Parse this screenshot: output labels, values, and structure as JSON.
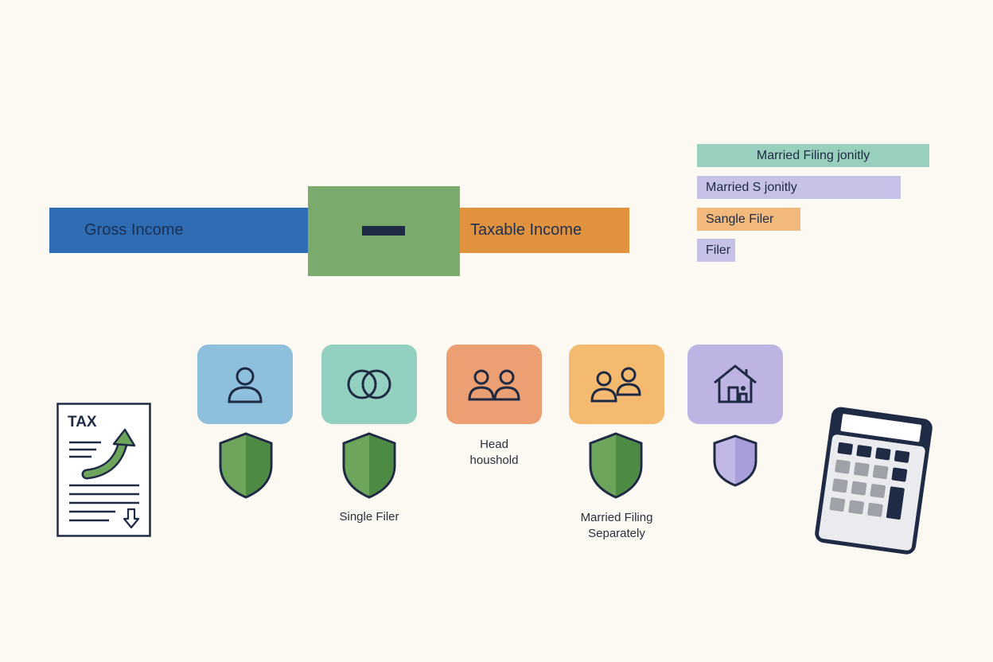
{
  "flow": {
    "gross_label": "Gross Income",
    "taxable_label": "Taxable Income"
  },
  "legend": [
    {
      "label": "Married Filing jonitly",
      "color": "#98cfbd"
    },
    {
      "label": "Married S jonitly",
      "color": "#c6c1e6"
    },
    {
      "label": "Sangle Filer",
      "color": "#f2b97c"
    },
    {
      "label": "Filer",
      "color": "#c6c1e6"
    }
  ],
  "statuses": [
    {
      "icon": "person-icon",
      "color": "#8ec0de",
      "caption": ""
    },
    {
      "icon": "rings-icon",
      "color": "#93d0c0",
      "caption": "Single Filer"
    },
    {
      "icon": "two-people-icon",
      "color": "#ec9f72",
      "caption_line1": "Head",
      "caption_line2": "houshold"
    },
    {
      "icon": "two-people-icon",
      "color": "#f4ba70",
      "caption_line1": "Married Filing",
      "caption_line2": "Separately"
    },
    {
      "icon": "house-icon",
      "color": "#bdb4e3",
      "caption": ""
    }
  ],
  "tax_document": {
    "title": "TAX"
  },
  "icons": [
    "tax-document-icon",
    "calculator-icon",
    "shield-icon"
  ]
}
